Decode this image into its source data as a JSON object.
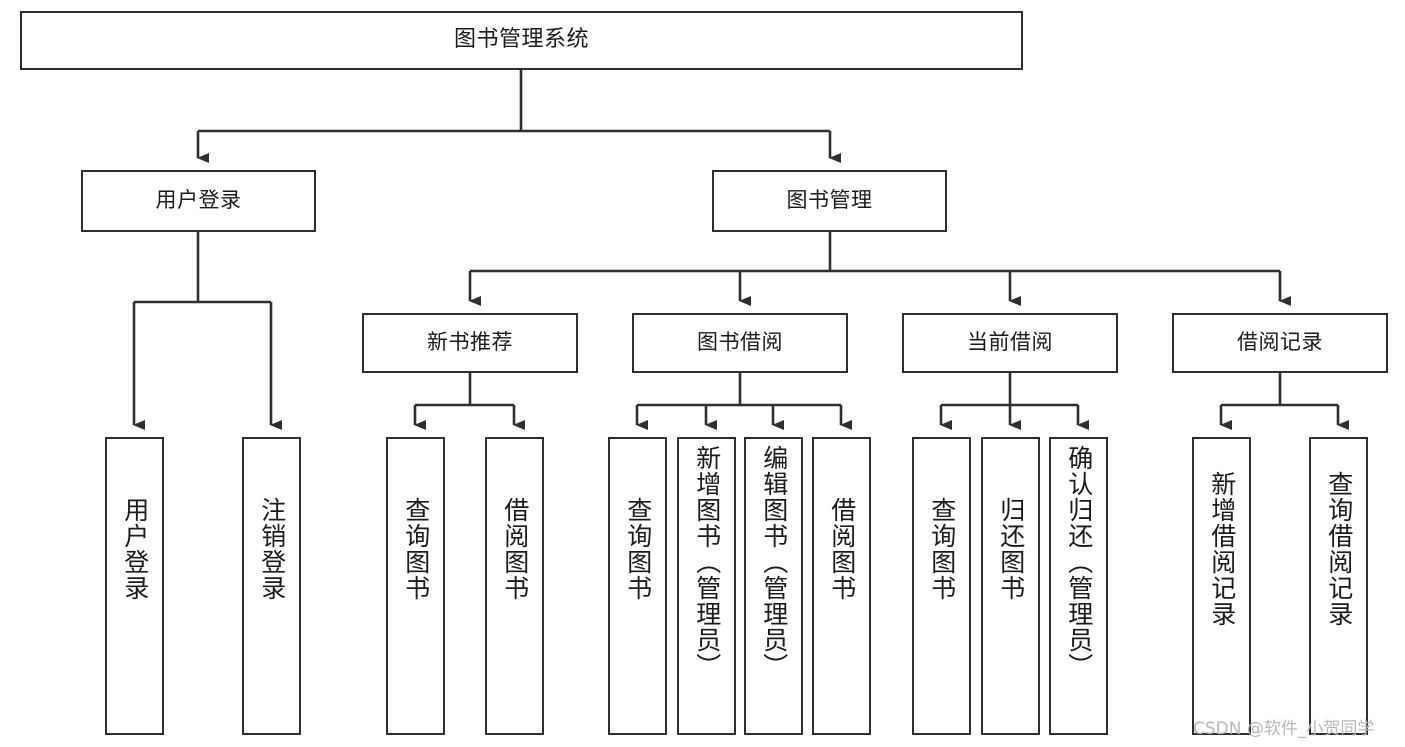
{
  "diagram": {
    "type": "tree-hierarchy",
    "title": "图书管理系统",
    "watermark": "CSDN @软件_小贺同学",
    "colors": {
      "border": "#2f2f2f",
      "background": "#ffffff",
      "text": "#1b1b1b",
      "edge": "#2f2f2f",
      "watermark": "#b9b9b9"
    },
    "nodes": {
      "root": {
        "label": "图书管理系统",
        "level": 1
      },
      "level2": [
        {
          "label": "用户登录"
        },
        {
          "label": "图书管理"
        }
      ],
      "level3": [
        {
          "label": "新书推荐"
        },
        {
          "label": "图书借阅"
        },
        {
          "label": "当前借阅"
        },
        {
          "label": "借阅记录"
        }
      ],
      "leaves": {
        "user_login": [
          {
            "label": "用户登录"
          },
          {
            "label": "注销登录"
          }
        ],
        "new_book_recommend": [
          {
            "label": "查询图书"
          },
          {
            "label": "借阅图书"
          }
        ],
        "book_borrow": [
          {
            "label": "查询图书"
          },
          {
            "label": "新增图书（管理员）"
          },
          {
            "label": "编辑图书（管理员）"
          },
          {
            "label": "借阅图书"
          }
        ],
        "current_borrow": [
          {
            "label": "查询图书"
          },
          {
            "label": "归还图书"
          },
          {
            "label": "确认归还（管理员）"
          }
        ],
        "borrow_record": [
          {
            "label": "新增借阅记录"
          },
          {
            "label": "查询借阅记录"
          }
        ]
      }
    }
  }
}
